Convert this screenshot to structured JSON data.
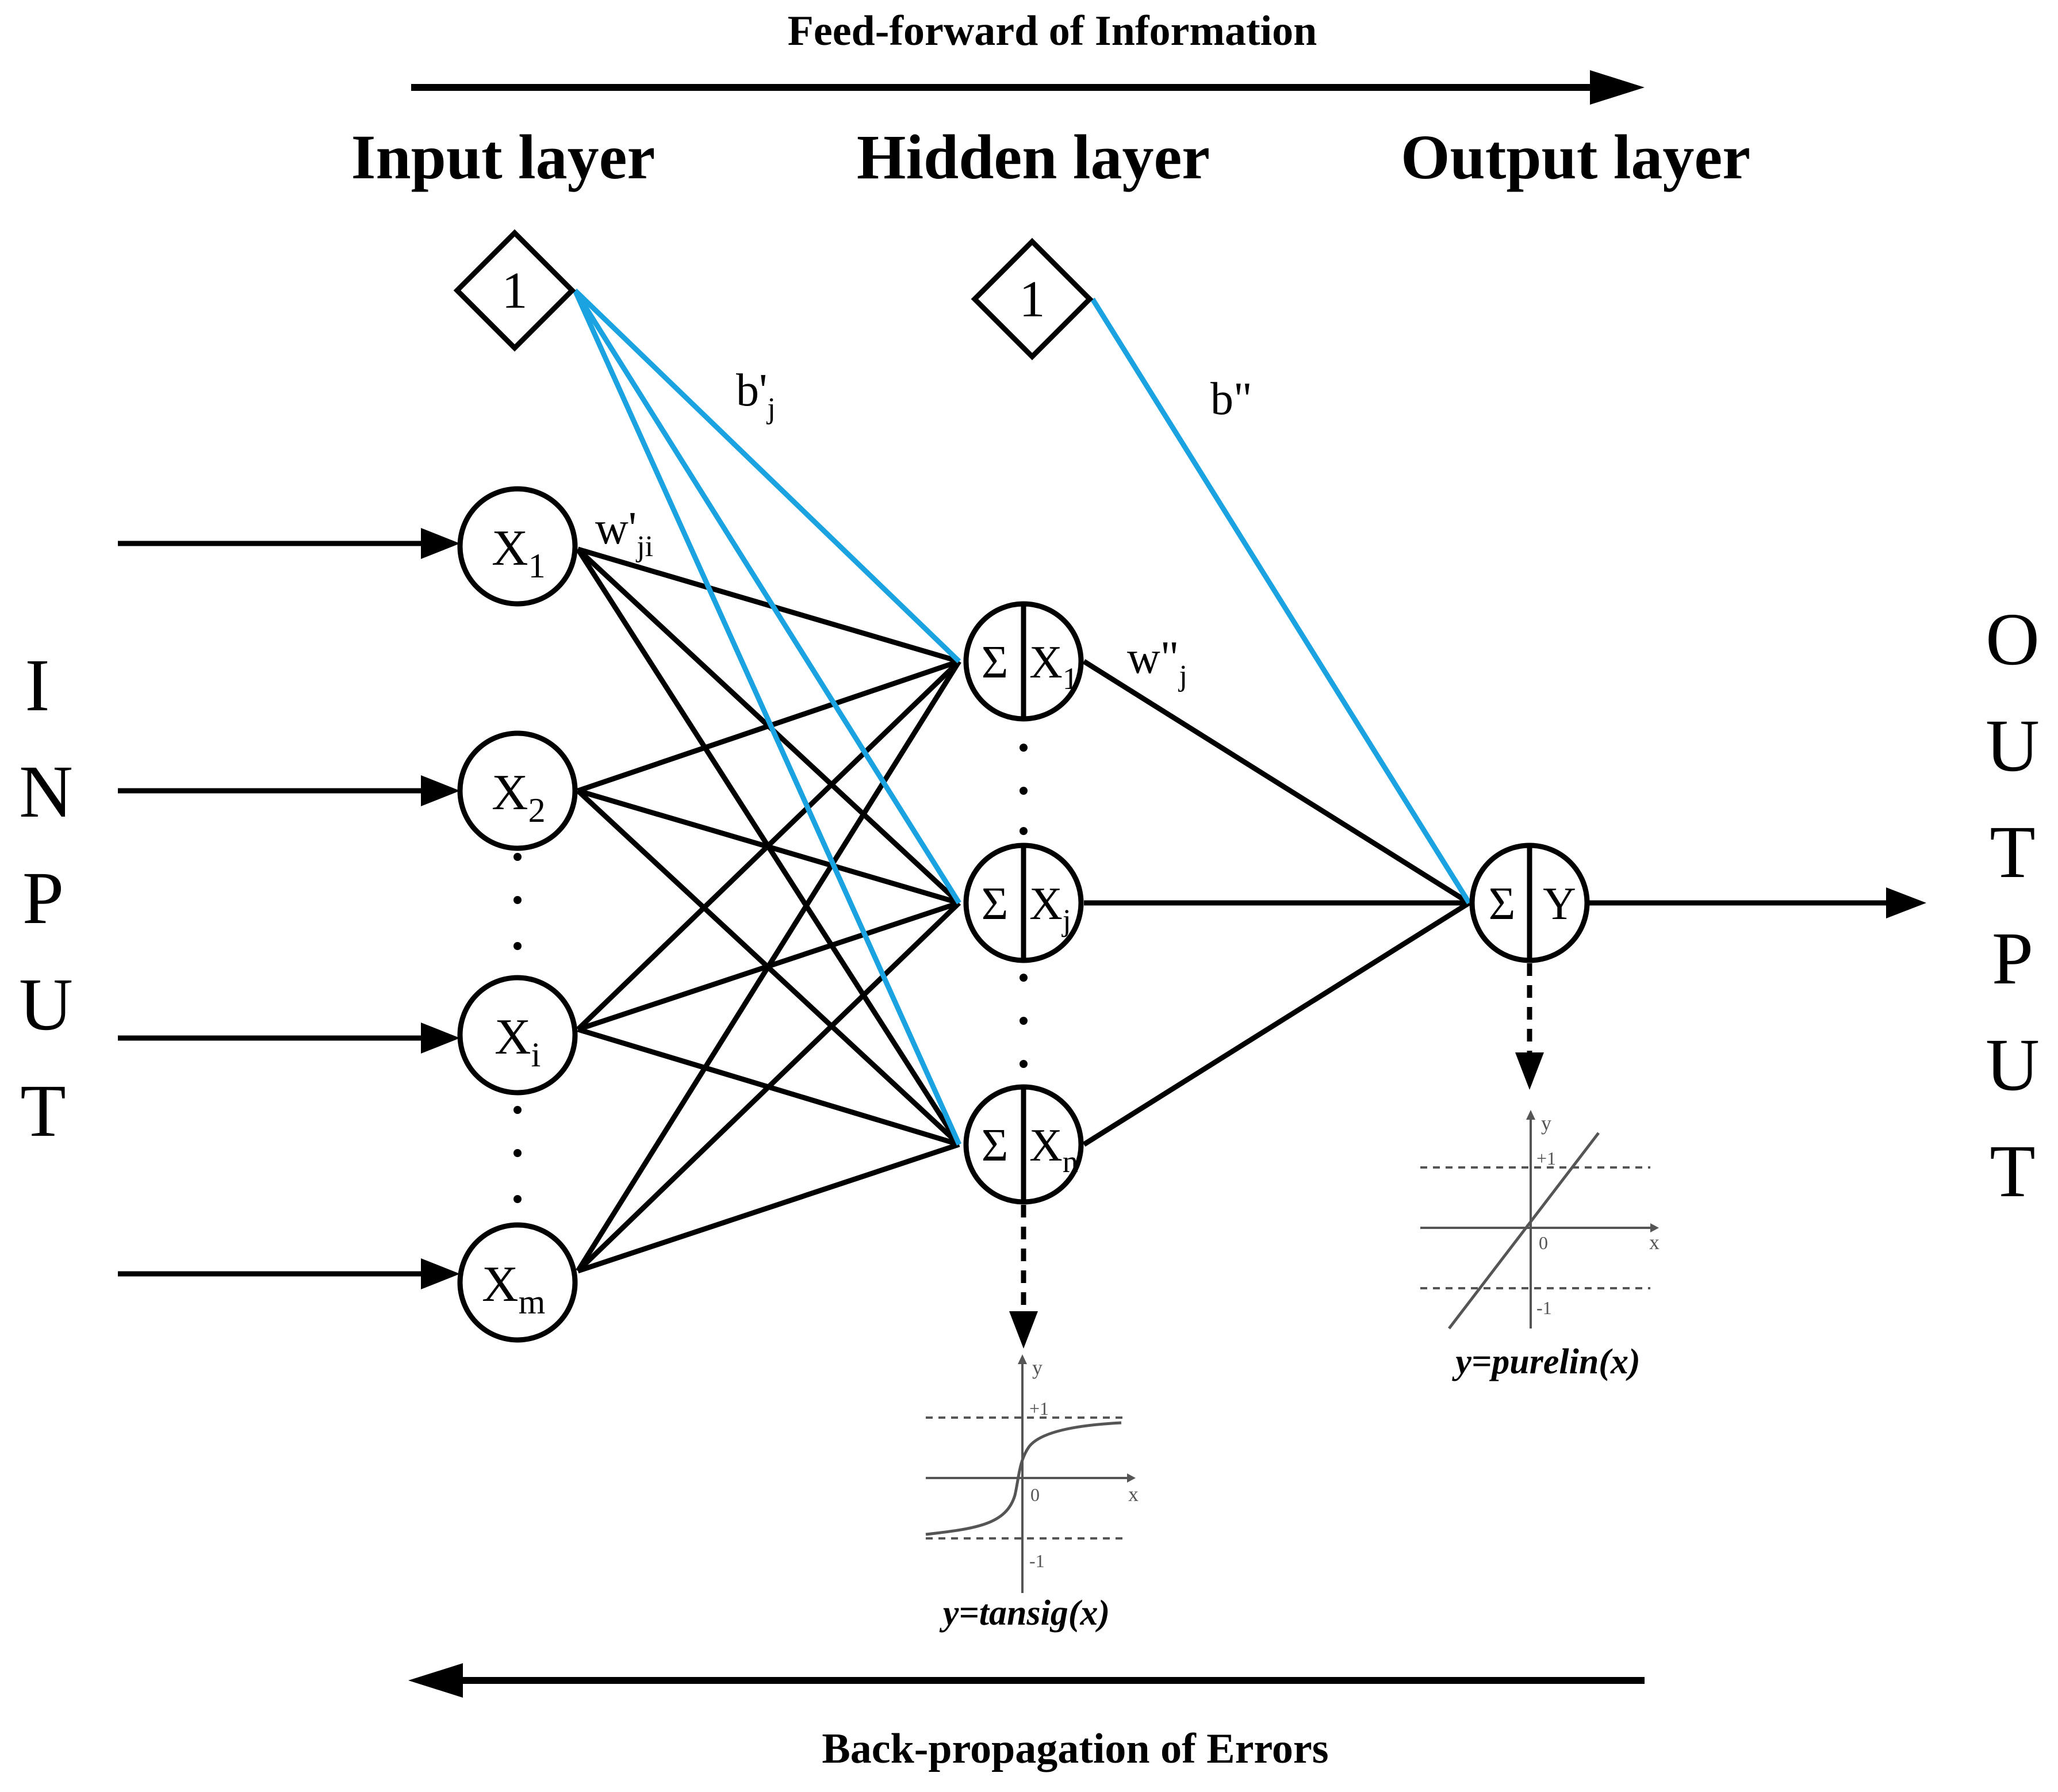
{
  "title_top": "Feed-forward of Information",
  "title_bottom": "Back-propagation of Errors",
  "layers": {
    "input": "Input layer",
    "hidden": "Hidden layer",
    "output": "Output layer"
  },
  "side_labels": {
    "input": [
      "I",
      "N",
      "P",
      "U",
      "T"
    ],
    "output": [
      "O",
      "U",
      "T",
      "P",
      "U",
      "T"
    ]
  },
  "bias": {
    "input": "1",
    "hidden": "1",
    "input_weight": {
      "base": "b'",
      "sub": "j"
    },
    "output_weight": "b\""
  },
  "weights": {
    "input_hidden": {
      "base": "w'",
      "sub": "ji"
    },
    "hidden_output": {
      "base": "w\"",
      "sub": "j"
    }
  },
  "input_nodes": [
    {
      "base": "X",
      "sub": "1"
    },
    {
      "base": "X",
      "sub": "2"
    },
    {
      "base": "X",
      "sub": "i"
    },
    {
      "base": "X",
      "sub": "m"
    }
  ],
  "hidden_nodes": [
    {
      "sigma": "Σ",
      "base": "X",
      "sub": "1"
    },
    {
      "sigma": "Σ",
      "base": "X",
      "sub": "j"
    },
    {
      "sigma": "Σ",
      "base": "X",
      "sub": "n"
    }
  ],
  "output_node": {
    "sigma": "Σ",
    "base": "Y"
  },
  "activation_hidden": {
    "caption": "y=tansig(x)",
    "axis_x": "x",
    "axis_y": "y",
    "plus": "+1",
    "minus": "-1",
    "zero": "0"
  },
  "activation_output": {
    "caption": "y=purelin(x)",
    "axis_x": "x",
    "axis_y": "y",
    "plus": "+1",
    "minus": "-1",
    "zero": "0"
  },
  "colors": {
    "line": "#000000",
    "bias_line": "#1aa3e0",
    "guide": "#555555",
    "curve": "#555555"
  }
}
